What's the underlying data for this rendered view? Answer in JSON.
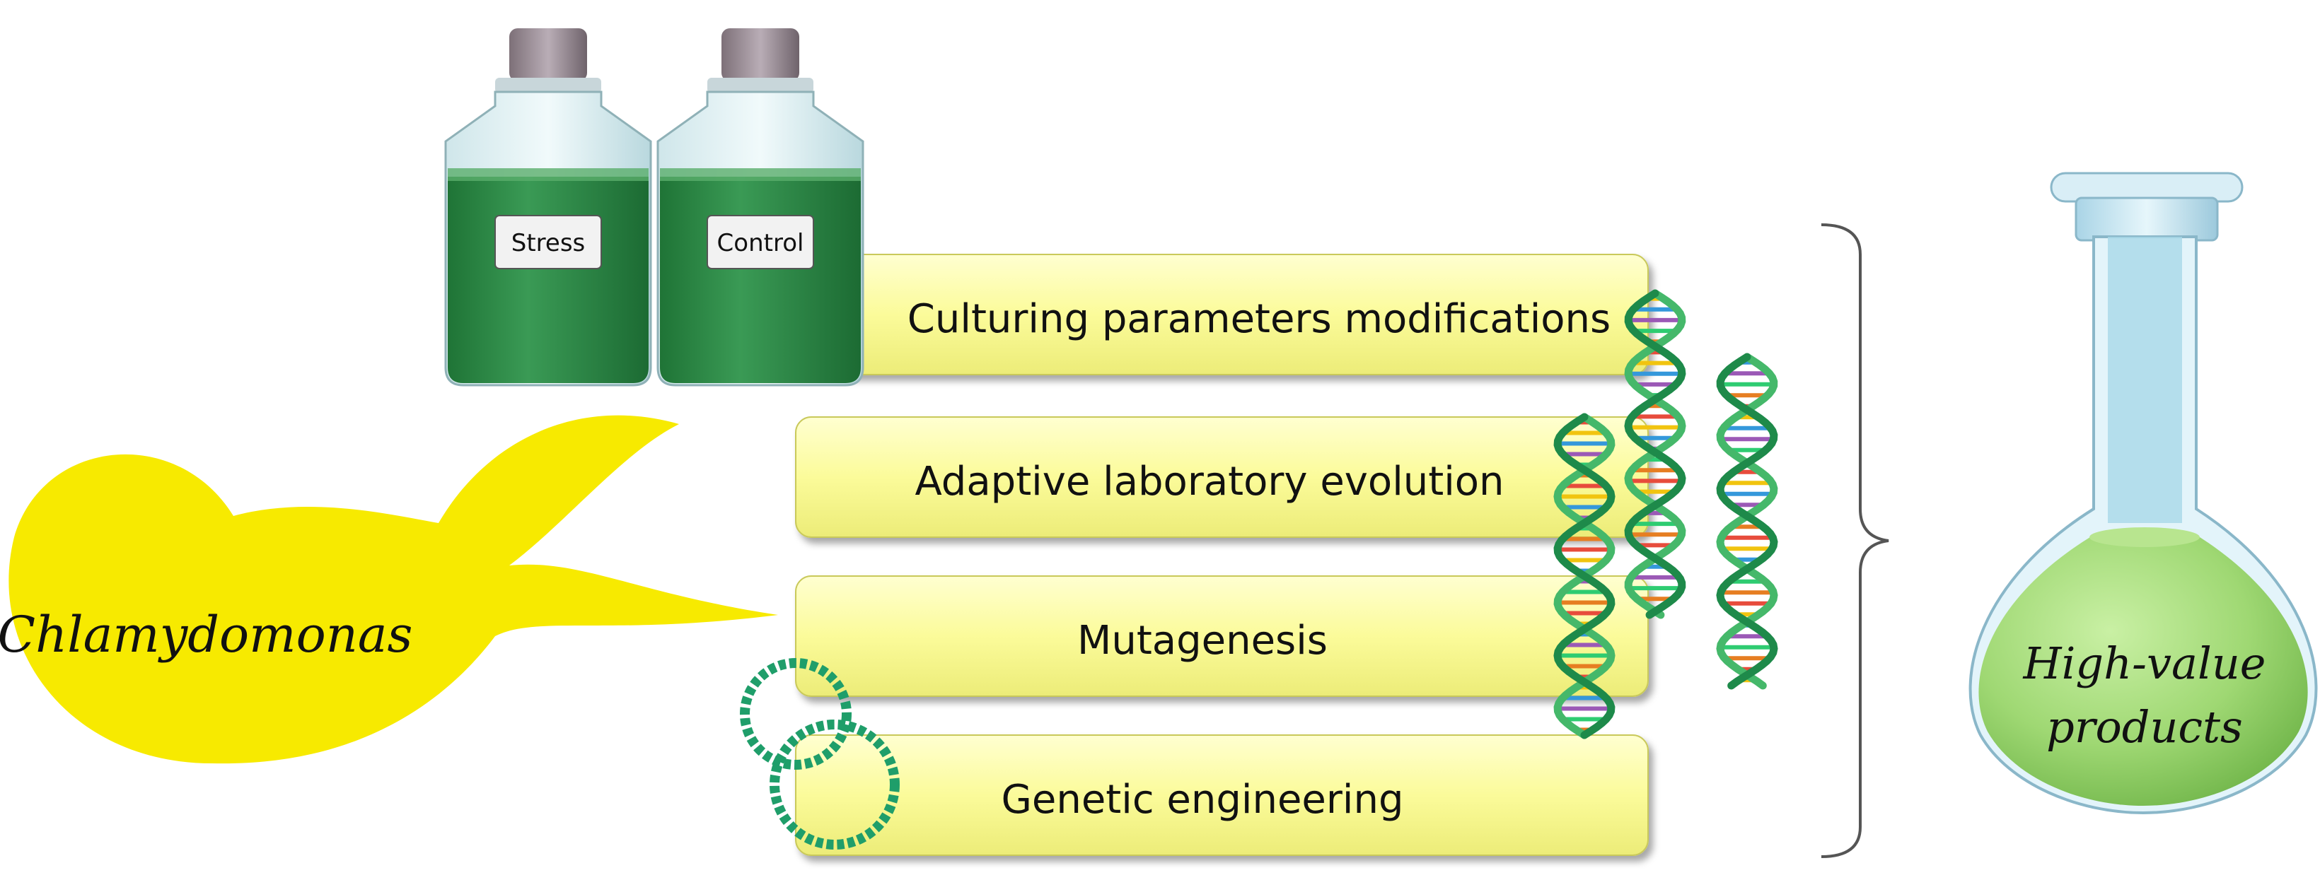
{
  "organism": {
    "label": "Chlamydomonas"
  },
  "bottles": [
    {
      "label": "Stress"
    },
    {
      "label": "Control"
    }
  ],
  "strategies": [
    {
      "label": "Culturing parameters modifications"
    },
    {
      "label": "Adaptive laboratory evolution"
    },
    {
      "label": "Mutagenesis"
    },
    {
      "label": "Genetic engineering"
    }
  ],
  "outcome": {
    "line1": "High-value",
    "line2": "products"
  },
  "colors": {
    "speech_bubble": "#F7EA00",
    "strategy_box": "#FFFFA6",
    "culture_green": "#2E8F45",
    "flask_liquid": "#9FD873",
    "plasmid": "#1F9E6A"
  },
  "icons": [
    "culture-bottle-icon",
    "dna-helix-icon",
    "plasmid-icon",
    "flask-icon",
    "bracket-icon"
  ]
}
